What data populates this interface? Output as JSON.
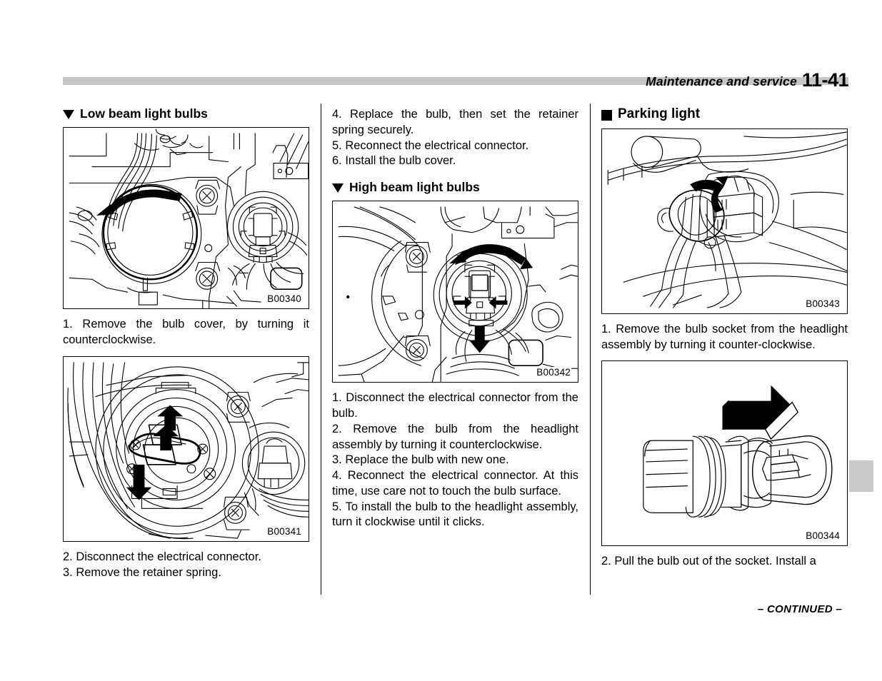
{
  "header": {
    "section": "Maintenance and service",
    "page": "11-41"
  },
  "footer": {
    "continued": "– CONTINUED –"
  },
  "columns": {
    "left": {
      "heading": "Low beam light bulbs",
      "figure1_caption": "B00340",
      "text1": "1.  Remove the bulb cover, by turning it counterclockwise.",
      "figure2_caption": "B00341",
      "text2_line1": "2.  Disconnect the electrical connector.",
      "text2_line2": "3.  Remove the retainer spring."
    },
    "middle": {
      "text_top_line1": "4.  Replace the bulb, then set the retainer spring securely.",
      "text_top_line2": "5.  Reconnect the electrical connector.",
      "text_top_line3": "6.  Install the bulb cover.",
      "heading": "High beam light bulbs",
      "figure_caption": "B00342",
      "text_b1": "1. Disconnect the electrical connector from the bulb.",
      "text_b2": "2. Remove the bulb from the headlight assembly by turning it counterclockwise.",
      "text_b3": "3.  Replace the bulb with new one.",
      "text_b4": "4. Reconnect the electrical connector. At this time, use care not to touch the bulb surface.",
      "text_b5": "5. To install the bulb to the headlight assembly, turn it clockwise until it clicks."
    },
    "right": {
      "heading": "Parking light",
      "figure1_caption": "B00343",
      "text1": "1. Remove the bulb socket from the headlight assembly by turning it counter-clockwise.",
      "figure2_caption": "B00344",
      "text2": "2.  Pull the bulb out of the socket. Install a"
    }
  },
  "colors": {
    "header_bar": "#c6c6c6",
    "edge_tab": "#c9c9c9",
    "line": "#000000"
  }
}
